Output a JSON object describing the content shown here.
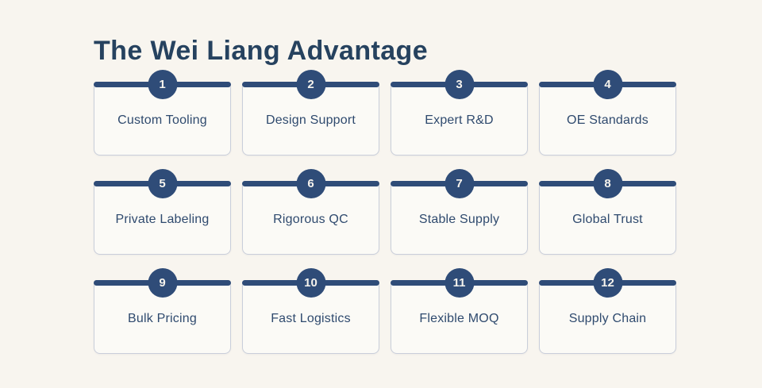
{
  "page": {
    "title": "The Wei Liang Advantage",
    "background_color": "#F8F5EF",
    "accent_color": "#2F4C78",
    "title_color": "#26425F"
  },
  "advantages": [
    {
      "number": "1",
      "label": "Custom Tooling"
    },
    {
      "number": "2",
      "label": "Design Support"
    },
    {
      "number": "3",
      "label": "Expert R&D"
    },
    {
      "number": "4",
      "label": "OE Standards"
    },
    {
      "number": "5",
      "label": "Private Labeling"
    },
    {
      "number": "6",
      "label": "Rigorous QC"
    },
    {
      "number": "7",
      "label": "Stable Supply"
    },
    {
      "number": "8",
      "label": "Global Trust"
    },
    {
      "number": "9",
      "label": "Bulk Pricing"
    },
    {
      "number": "10",
      "label": "Fast Logistics"
    },
    {
      "number": "11",
      "label": "Flexible MOQ"
    },
    {
      "number": "12",
      "label": "Supply Chain"
    }
  ]
}
